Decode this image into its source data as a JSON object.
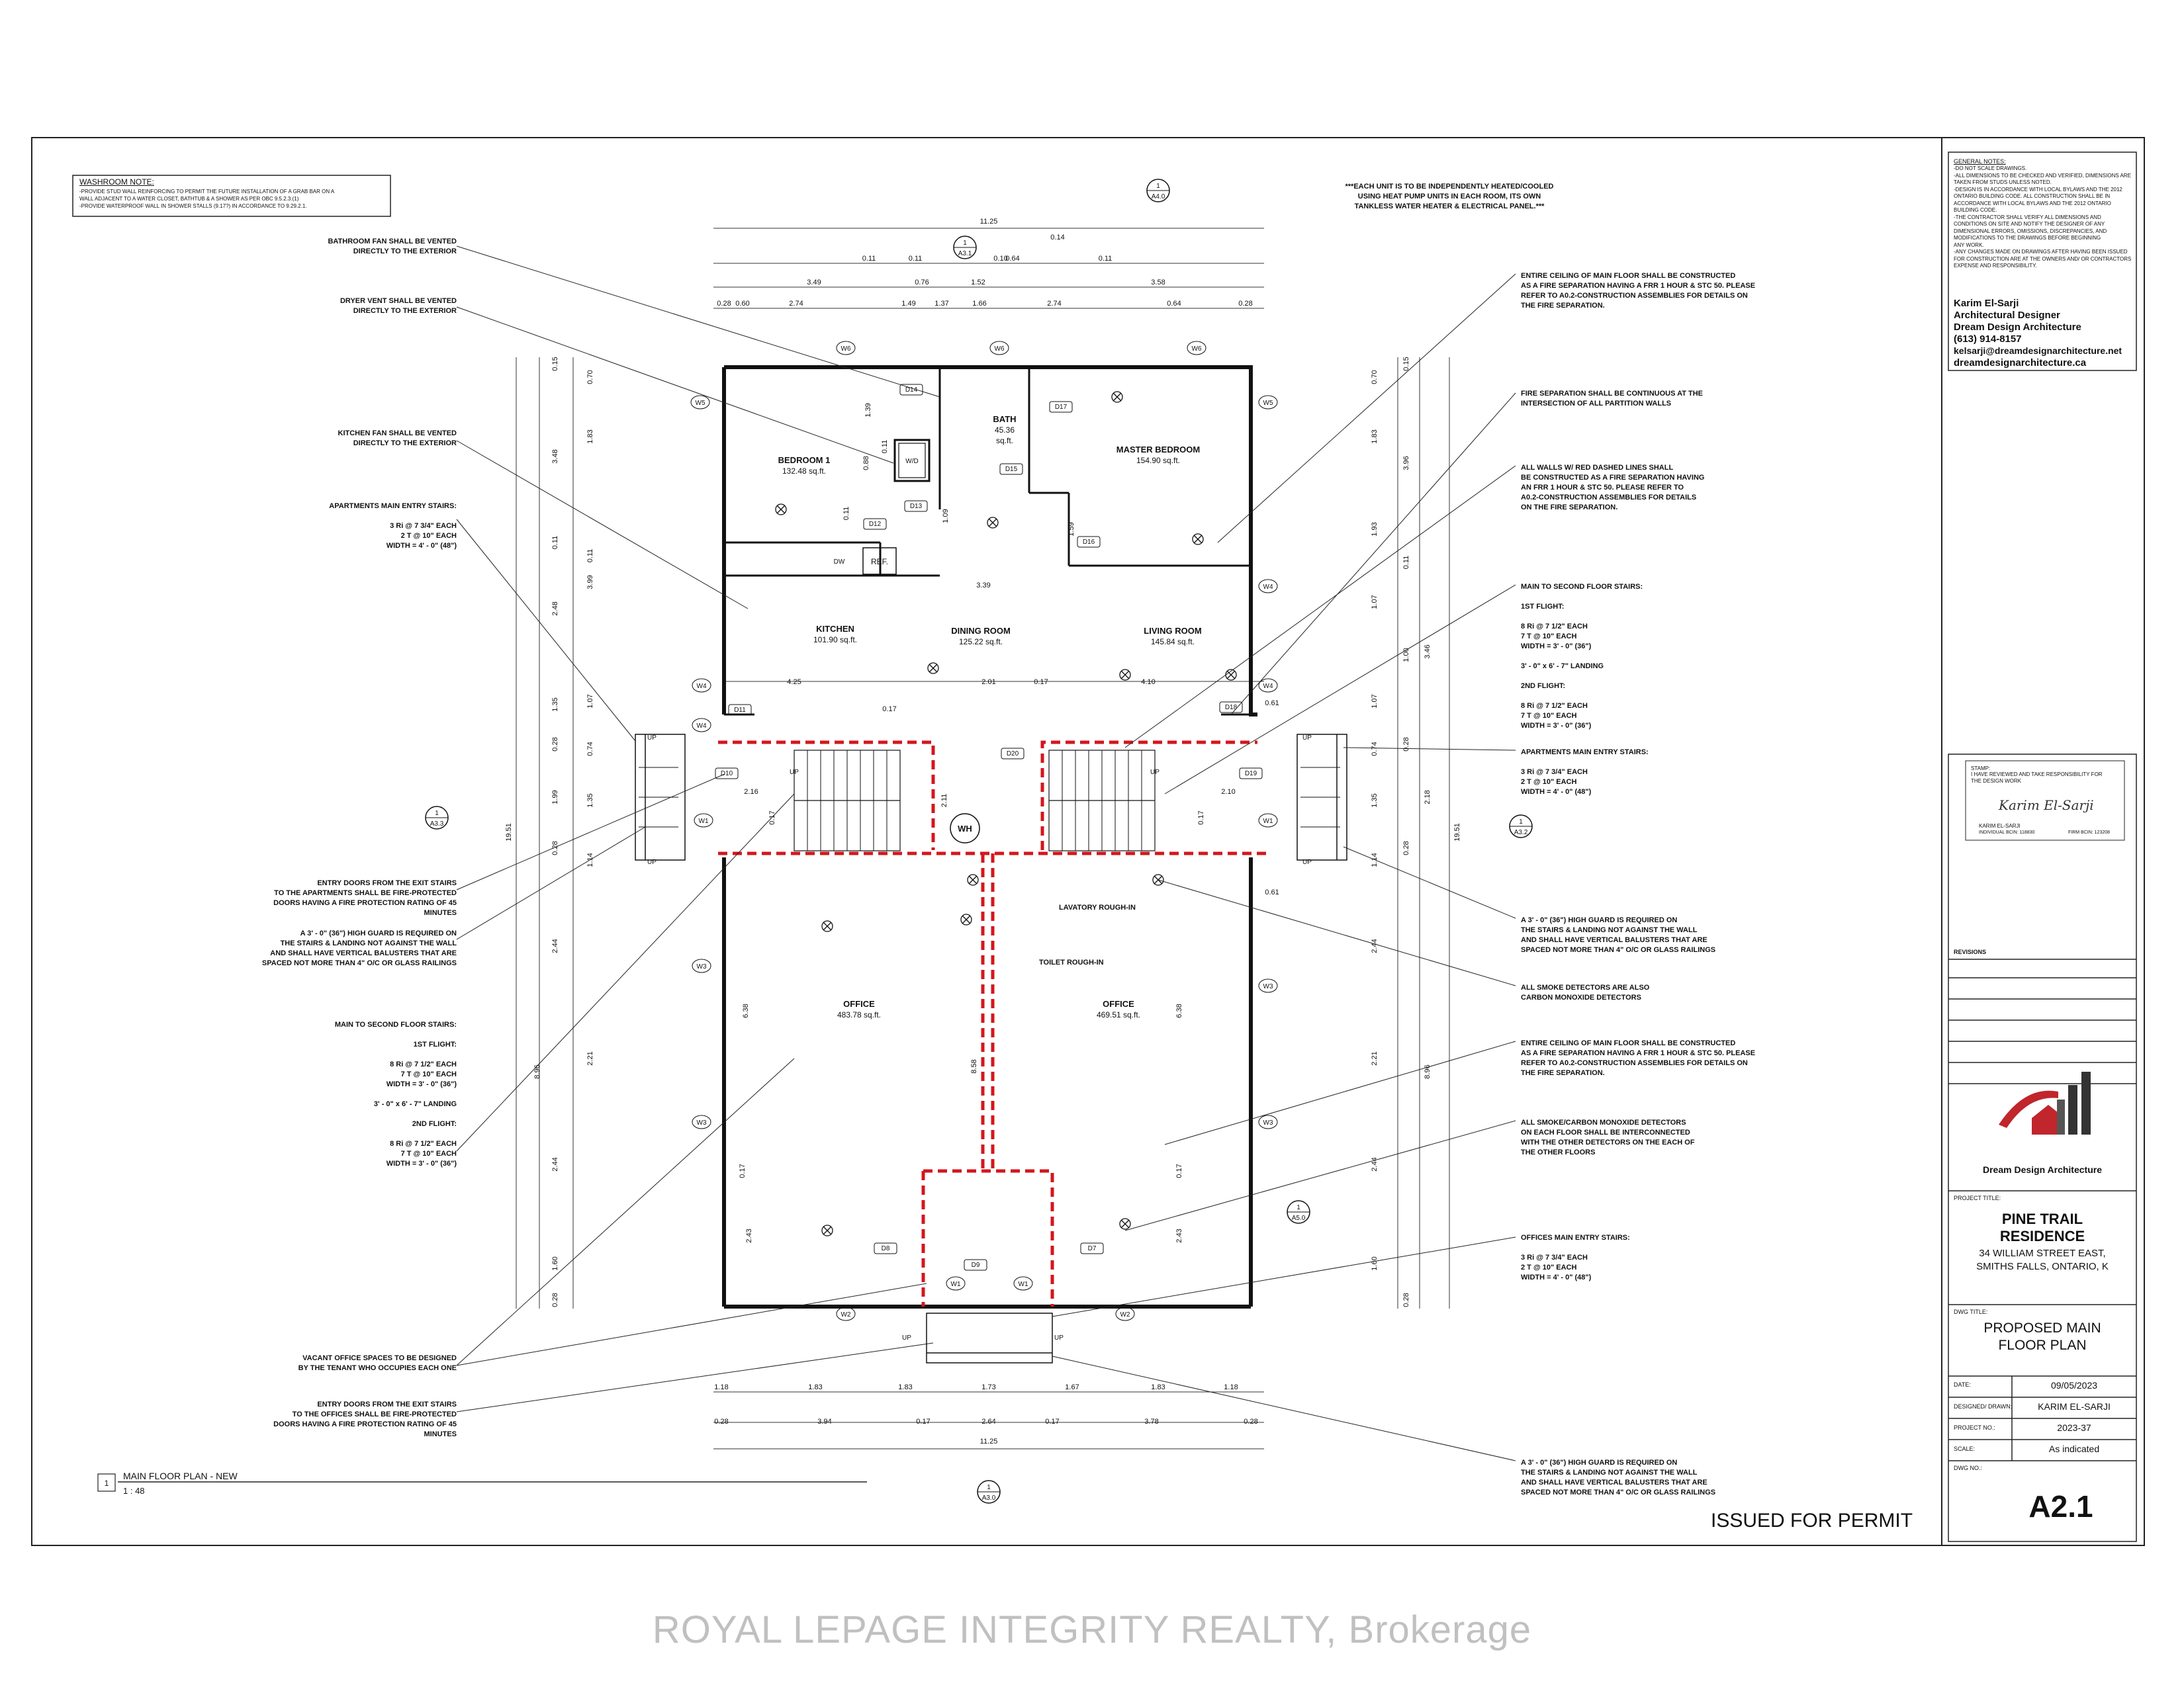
{
  "washroom_note": {
    "title": "WASHROOM NOTE:",
    "text": "-PROVIDE STUD WALL REINFORCING TO PERMIT THE FUTURE INSTALLATION OF A GRAB BAR ON A\nWALL ADJACENT TO A WATER CLOSET, BATHTUB & A SHOWER AS PER OBC 9.5.2.3.(1)\n-PROVIDE WATERPROOF WALL IN SHOWER STALLS (9.17?) IN ACCORDANCE TO 9.29.2.1."
  },
  "top_note": "***EACH UNIT IS TO BE INDEPENDENTLY HEATED/COOLED\nUSING HEAT PUMP UNITS IN EACH ROOM, ITS OWN\nTANKLESS WATER HEATER & ELECTRICAL PANEL.***",
  "left_notes": [
    "BATHROOM FAN SHALL BE VENTED\nDIRECTLY TO THE EXTERIOR",
    "DRYER VENT SHALL BE VENTED\nDIRECTLY TO THE EXTERIOR",
    "KITCHEN FAN SHALL BE VENTED\nDIRECTLY TO THE EXTERIOR",
    "APARTMENTS MAIN ENTRY STAIRS:\n\n3 Ri @ 7 3/4\" EACH\n2 T @ 10\" EACH\nWIDTH = 4' - 0\" (48\")",
    "ENTRY DOORS FROM THE EXIT STAIRS\nTO THE APARTMENTS SHALL BE FIRE-PROTECTED\nDOORS HAVING A FIRE PROTECTION RATING OF 45\nMINUTES",
    "A 3' - 0\" (36\") HIGH GUARD IS REQUIRED ON\nTHE STAIRS & LANDING NOT AGAINST THE WALL\nAND SHALL HAVE VERTICAL BALUSTERS THAT ARE\nSPACED NOT MORE THAN 4\" O/C OR GLASS RAILINGS",
    "MAIN TO SECOND FLOOR STAIRS:\n\n1ST FLIGHT:\n\n8 Ri @ 7 1/2\" EACH\n7 T @ 10\" EACH\nWIDTH = 3' - 0\" (36\")\n\n3' - 0\" x 6' - 7\" LANDING\n\n2ND FLIGHT:\n\n8 Ri @ 7 1/2\" EACH\n7 T @ 10\" EACH\nWIDTH = 3' - 0\" (36\")",
    "VACANT OFFICE SPACES TO BE DESIGNED\nBY THE TENANT WHO OCCUPIES EACH ONE",
    "ENTRY DOORS FROM THE EXIT STAIRS\nTO THE OFFICES SHALL BE FIRE-PROTECTED\nDOORS HAVING A FIRE PROTECTION RATING OF 45\nMINUTES"
  ],
  "right_notes": [
    "ENTIRE CEILING OF MAIN FLOOR SHALL BE CONSTRUCTED\nAS A FIRE SEPARATION HAVING A FRR 1 HOUR & STC 50. PLEASE\nREFER TO A0.2-CONSTRUCTION ASSEMBLIES FOR DETAILS ON\nTHE FIRE SEPARATION.",
    "FIRE SEPARATION SHALL BE CONTINUOUS AT THE\nINTERSECTION OF ALL PARTITION WALLS",
    "ALL WALLS W/ RED DASHED LINES SHALL\nBE CONSTRUCTED AS A FIRE SEPARATION HAVING\nAN FRR 1 HOUR & STC 50. PLEASE REFER TO\nA0.2-CONSTRUCTION ASSEMBLIES FOR DETAILS\nON THE FIRE SEPARATION.",
    "MAIN TO SECOND FLOOR STAIRS:\n\n1ST FLIGHT:\n\n8 Ri @ 7 1/2\" EACH\n7 T @ 10\" EACH\nWIDTH = 3' - 0\" (36\")\n\n3' - 0\" x 6' - 7\" LANDING\n\n2ND FLIGHT:\n\n8 Ri @ 7 1/2\" EACH\n7 T @ 10\" EACH\nWIDTH = 3' - 0\" (36\")",
    "APARTMENTS MAIN ENTRY STAIRS:\n\n3 Ri @ 7 3/4\" EACH\n2 T @ 10\" EACH\nWIDTH = 4' - 0\" (48\")",
    "A 3' - 0\" (36\") HIGH GUARD IS REQUIRED ON\nTHE STAIRS & LANDING NOT AGAINST THE WALL\nAND SHALL HAVE VERTICAL BALUSTERS THAT ARE\nSPACED NOT MORE THAN 4\" O/C OR GLASS RAILINGS",
    "ALL SMOKE DETECTORS ARE ALSO\nCARBON MONOXIDE DETECTORS",
    "ENTIRE CEILING OF MAIN FLOOR SHALL BE CONSTRUCTED\nAS A FIRE SEPARATION HAVING A FRR 1 HOUR & STC 50. PLEASE\nREFER TO A0.2-CONSTRUCTION ASSEMBLIES FOR DETAILS ON\nTHE FIRE SEPARATION.",
    "ALL SMOKE/CARBON MONOXIDE DETECTORS\nON EACH FLOOR SHALL BE INTERCONNECTED\nWITH THE OTHER DETECTORS ON THE EACH OF\nTHE OTHER FLOORS",
    "OFFICES MAIN ENTRY STAIRS:\n\n3 Ri @ 7 3/4\" EACH\n2 T @ 10\" EACH\nWIDTH = 4' - 0\" (48\")",
    "A 3' - 0\" (36\") HIGH GUARD IS REQUIRED ON\nTHE STAIRS & LANDING NOT AGAINST THE WALL\nAND SHALL HAVE VERTICAL BALUSTERS THAT ARE\nSPACED NOT MORE THAN 4\" O/C OR GLASS RAILINGS"
  ],
  "rooms": {
    "bedroom1": {
      "name": "BEDROOM 1",
      "area": "132.48 sq.ft."
    },
    "bath": {
      "name": "BATH",
      "area": "45.36",
      "unit": "sq.ft."
    },
    "master": {
      "name": "MASTER BEDROOM",
      "area": "154.90 sq.ft."
    },
    "kitchen": {
      "name": "KITCHEN",
      "area": "101.90 sq.ft."
    },
    "dining": {
      "name": "DINING ROOM",
      "area": "125.22 sq.ft."
    },
    "living": {
      "name": "LIVING ROOM",
      "area": "145.84 sq.ft."
    },
    "office_left": {
      "name": "OFFICE",
      "area": "483.78 sq.ft."
    },
    "office_right": {
      "name": "OFFICE",
      "area": "469.51 sq.ft."
    }
  },
  "fixtures": {
    "wd": "W/D",
    "dw": "DW",
    "ref": "REF.",
    "wh": "WH",
    "lavatory": "LAVATORY ROUGH-IN",
    "toilet": "TOILET ROUGH-IN",
    "up": "UP"
  },
  "dims": {
    "overall": "11.25",
    "depth": "19.51",
    "top_row": [
      "0.28",
      "0.60",
      "2.74",
      "1.49",
      "1.37",
      "1.66",
      "2.74",
      "0.64",
      "0.28"
    ],
    "top_row2": [
      "3.49",
      "0.76",
      "1.52",
      "3.58"
    ],
    "top_small": [
      "0.11",
      "0.11",
      "0.10",
      "0.64",
      "0.11",
      "0.14"
    ],
    "bottom_row": [
      "1.18",
      "1.83",
      "1.83",
      "1.73",
      "1.67",
      "1.83",
      "1.18"
    ],
    "bottom_row2": [
      "0.28",
      "3.94",
      "0.17",
      "2.64",
      "0.17",
      "3.78",
      "0.28"
    ],
    "left_col": [
      "0.15",
      "0.70",
      "3.48",
      "1.83",
      "0.11",
      "3.99",
      "2.48",
      "0.11",
      "1.35",
      "1.07",
      "0.28",
      "0.74",
      "1.99",
      "1.35",
      "0.28",
      "1.14",
      "2.44",
      "2.21",
      "8.96",
      "2.44",
      "1.60",
      "0.28"
    ],
    "right_col": [
      "0.15",
      "0.70",
      "1.83",
      "3.96",
      "1.93",
      "0.11",
      "1.07",
      "3.46",
      "1.00",
      "1.07",
      "0.28",
      "0.74",
      "2.18",
      "1.35",
      "0.28",
      "1.14",
      "2.44",
      "2.21",
      "8.96",
      "2.44",
      "1.60",
      "0.28"
    ],
    "interior": [
      "1.39",
      "0.11",
      "0.88",
      "0.11",
      "1.09",
      "1.59",
      "3.39",
      "4.25",
      "2.01",
      "0.17",
      "4.10",
      "0.17",
      "0.61",
      "2.16",
      "2.11",
      "0.17",
      "2.10",
      "0.17",
      "0.61",
      "6.38",
      "8.58",
      "6.38",
      "0.17",
      "0.17",
      "2.43",
      "2.43"
    ]
  },
  "tags": {
    "doors": [
      "D14",
      "D15",
      "D17",
      "D12",
      "D13",
      "D16",
      "D11",
      "D10",
      "D20",
      "D18",
      "D19",
      "D8",
      "D9",
      "D7"
    ],
    "windows": [
      "W6",
      "W6",
      "W6",
      "W5",
      "W5",
      "W4",
      "W4",
      "W4",
      "W4",
      "W1",
      "W1",
      "W3",
      "W3",
      "W3",
      "W3",
      "W2",
      "W2",
      "W1",
      "W1"
    ]
  },
  "section_marks": {
    "top": {
      "num": "1",
      "sheet": "A4.0"
    },
    "top2": {
      "num": "1",
      "sheet": "A3.1"
    },
    "left": {
      "num": "1",
      "sheet": "A3.3"
    },
    "right": {
      "num": "1",
      "sheet": "A3.2"
    },
    "bottom": {
      "num": "1",
      "sheet": "A3.0"
    },
    "mid": {
      "num": "1",
      "sheet": "A5.0"
    }
  },
  "title_bar": {
    "num": "1",
    "title": "MAIN FLOOR PLAN - NEW",
    "scale": "1 : 48"
  },
  "issued": "ISSUED FOR PERMIT",
  "general_notes": {
    "title": "GENERAL NOTES:",
    "text": "-DO NOT SCALE DRAWINGS.\n-ALL DIMENSIONS TO BE CHECKED AND VERIFIED, DIMENSIONS ARE\nTAKEN FROM STUDS UNLESS NOTED.\n-DESIGN IS IN ACCORDANCE WITH LOCAL BYLAWS AND THE 2012\nONTARIO BUILDING CODE. ALL CONSTRUCTION SHALL BE IN\nACCORDANCE WITH LOCAL BYLAWS AND THE 2012 ONTARIO\nBUILDING CODE.\n-THE CONTRACTOR SHALL VERIFY ALL DIMENSIONS AND\nCONDITIONS ON SITE AND NOTIFY THE DESIGNER OF ANY\nDIMENSIONAL ERRORS, OMISSIONS, DISCREPANCIES, AND\nMODIFICATIONS TO THE DRAWINGS BEFORE BEGINNING\nANY WORK.\n-ANY CHANGES MADE ON DRAWINGS AFTER HAVING BEEN ISSUED\nFOR CONSTRUCTION ARE AT THE OWNERS AND/ OR CONTRACTORS\nEXPENSE AND RESPONSIBILITY."
  },
  "designer": {
    "name": "Karim El-Sarji",
    "role": "Architectural Designer",
    "firm": "Dream Design Architecture",
    "phone": "(613) 914-8157",
    "email": "kelsarji@dreamdesignarchitecture.net",
    "web": "dreamdesignarchitecture.ca"
  },
  "stamp": {
    "title": "STAMP:",
    "text": "I HAVE REVIEWED AND TAKE RESPONSIBILITY FOR\nTHE DESIGN WORK",
    "name": "KARIM EL-SARJI",
    "bcin": "INDIVIDUAL BCIN: 118830",
    "firm_bcin": "FIRM BCIN: 123208"
  },
  "revisions": {
    "title": "REVISIONS"
  },
  "logo_caption": "Dream Design Architecture",
  "project": {
    "label": "PROJECT TITLE:",
    "name1": "PINE TRAIL",
    "name2": "RESIDENCE",
    "addr1": "34 WILLIAM STREET EAST,",
    "addr2": "SMITHS FALLS, ONTARIO, K"
  },
  "dwg_title": {
    "label": "DWG TITLE:",
    "line1": "PROPOSED MAIN",
    "line2": "FLOOR PLAN"
  },
  "fields": {
    "date_label": "DATE:",
    "date": "09/05/2023",
    "designed_label": "DESIGNED/ DRAWN:",
    "designed": "KARIM EL-SARJI",
    "project_no_label": "PROJECT NO.:",
    "project_no": "2023-37",
    "scale_label": "SCALE:",
    "scale": "As indicated",
    "dwg_no_label": "DWG NO.:",
    "dwg_no": "A2.1"
  },
  "watermark": "ROYAL LEPAGE INTEGRITY REALTY, Brokerage",
  "colors": {
    "fire_separation": "#d4161c",
    "ink": "#111111",
    "logo_red": "#c0262b"
  }
}
